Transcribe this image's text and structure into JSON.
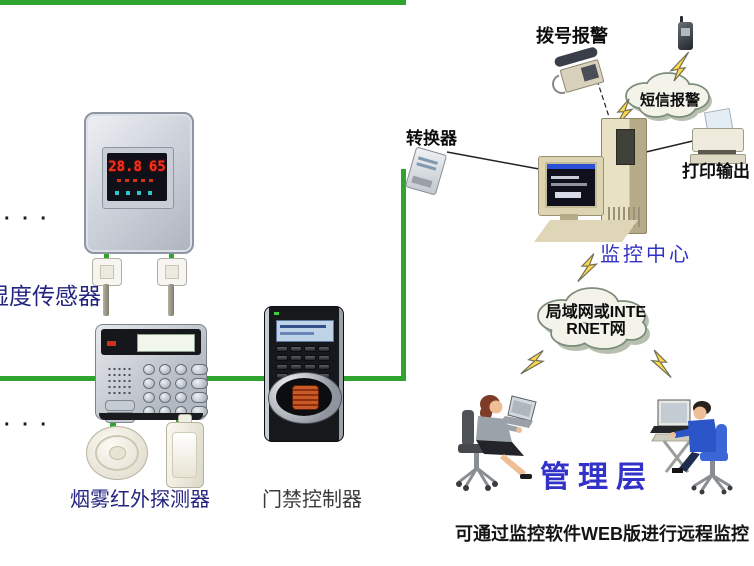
{
  "labels": {
    "humidity_sensor": "湿度传感器",
    "smoke_ir_detector": "烟雾红外探测器",
    "access_controller": "门禁控制器",
    "converter": "转换器",
    "dial_alarm": "拨号报警",
    "sms_alarm": "短信报警",
    "print_output": "打印输出",
    "monitoring_center": "监控中心",
    "network_cloud": "局域网或INTERNET网",
    "management": "管理层",
    "footnote": "可通过监控软件WEB版进行远程监控",
    "ellipsis": "· · ·"
  },
  "sensor_display": {
    "left_value": "28.8",
    "right_value": "65"
  },
  "colors": {
    "bus_green": "#2fa52f",
    "label_navy": "#242480",
    "label_blue": "#3232c8",
    "bolt_yellow": "#ffd84a",
    "line_black": "#222222"
  },
  "icons": [
    "telephone-icon",
    "mobile-phone-icon",
    "printer-icon",
    "desktop-computer-icon",
    "tower-case-icon",
    "converter-icon",
    "temperature-humidity-sensor-icon",
    "sensor-probe-icon",
    "alarm-keypad-icon",
    "smoke-detector-icon",
    "pir-detector-icon",
    "fingerprint-access-controller-icon",
    "network-cloud-icon",
    "lightning-bolt-icon",
    "female-operator-icon",
    "male-operator-icon"
  ]
}
